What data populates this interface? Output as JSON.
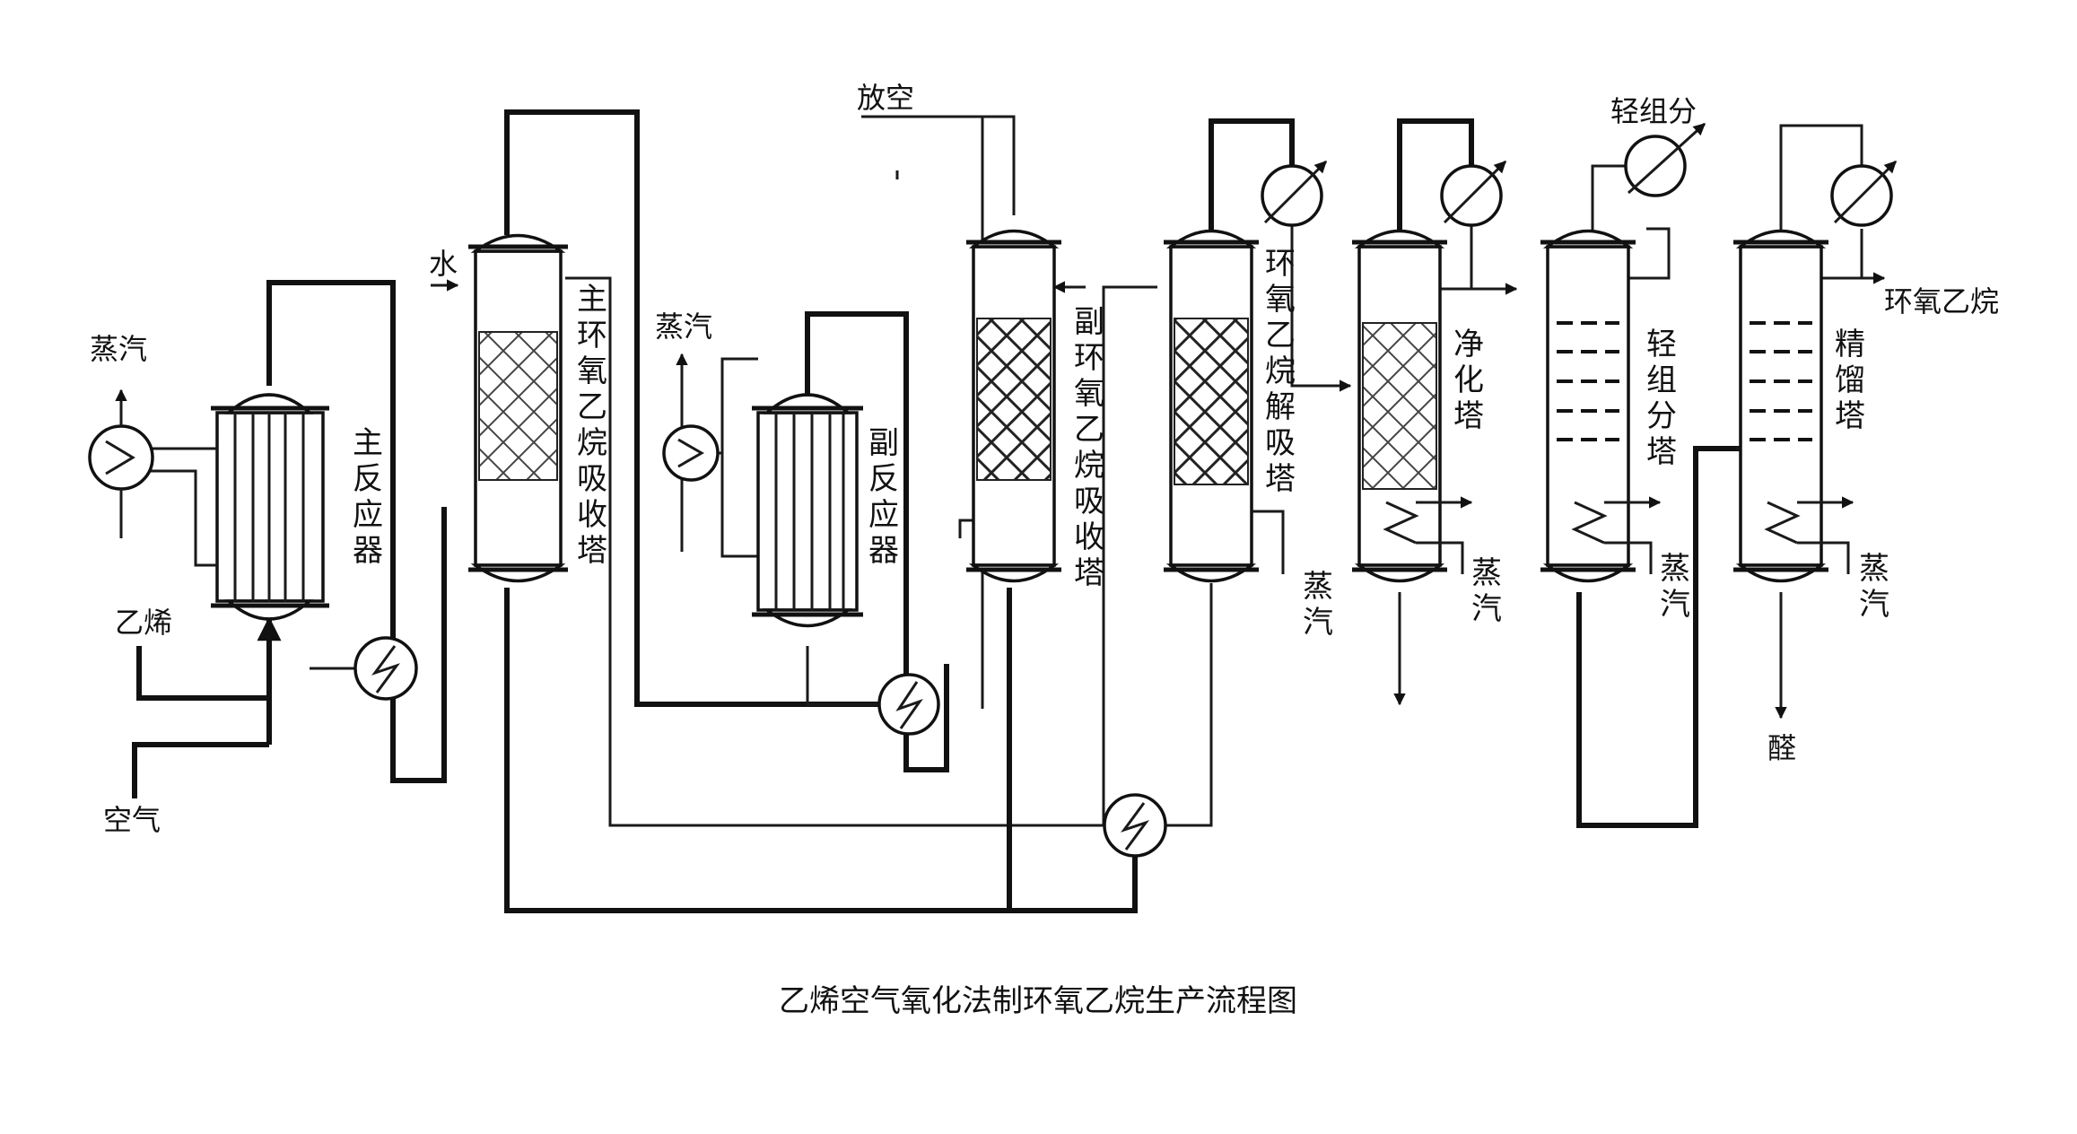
{
  "caption": "乙烯空气氧化法制环氧乙烷生产流程图",
  "labels": {
    "steam": "蒸汽",
    "ethylene": "乙烯",
    "air": "空气",
    "water": "水",
    "vent": "放空",
    "light_ends": "轻组分",
    "ethylene_oxide": "环氧乙烷",
    "aldehyde": "醛"
  },
  "equipment": {
    "main_reactor": "主反应器",
    "main_absorber": "主环氧乙烷吸收塔",
    "aux_reactor": "副反应器",
    "aux_absorber": "副环氧乙烷吸收塔",
    "desorber": "环氧乙烷解吸塔",
    "purifier": "净化塔",
    "lights_column": "轻组分塔",
    "rectifier": "精馏塔"
  }
}
